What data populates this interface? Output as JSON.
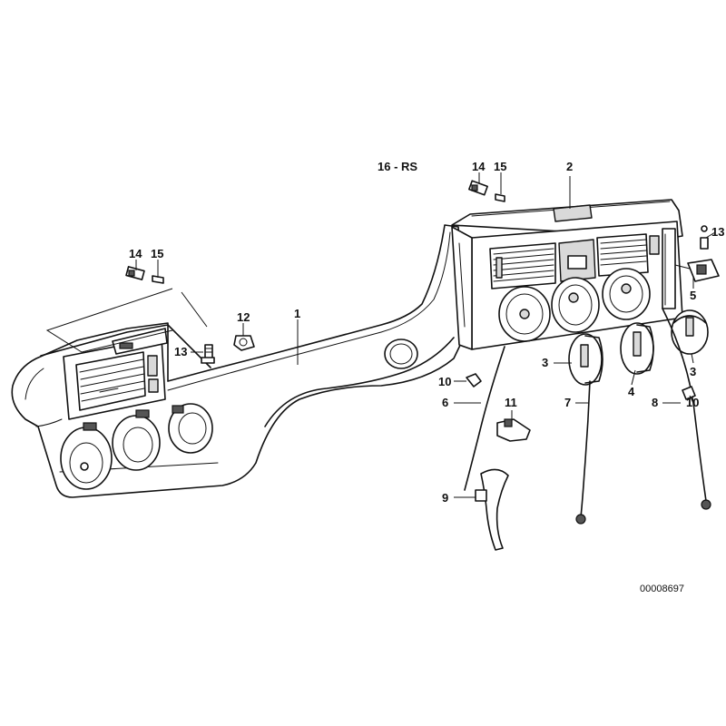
{
  "model_label": "16 - RS",
  "diagram_code": "00008697",
  "callouts": {
    "c1": "1",
    "c2": "2",
    "c3a": "3",
    "c3b": "3",
    "c4": "4",
    "c5": "5",
    "c6": "6",
    "c7": "7",
    "c8": "8",
    "c9": "9",
    "c10a": "10",
    "c10b": "10",
    "c11": "11",
    "c12": "12",
    "c13a": "13",
    "c13b": "13",
    "c14a": "14",
    "c14b": "14",
    "c15a": "15",
    "c15b": "15"
  }
}
